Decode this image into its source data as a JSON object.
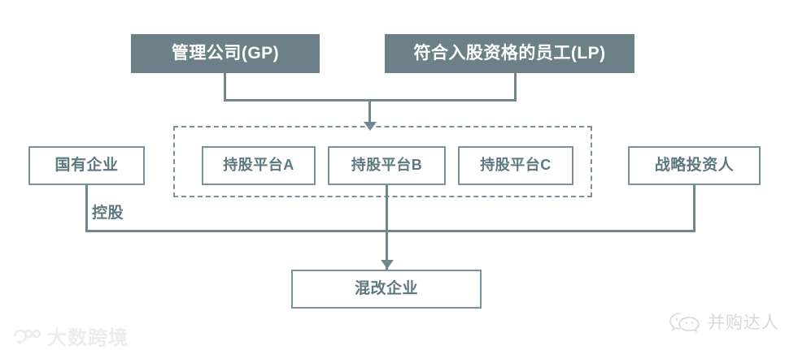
{
  "diagram": {
    "title_nodes": {
      "gp": "管理公司(GP)",
      "lp": "符合入股资格的员工(LP)"
    },
    "platforms": [
      {
        "label": "持股平台A"
      },
      {
        "label": "持股平台B"
      },
      {
        "label": "持股平台C"
      }
    ],
    "side_nodes": {
      "left": "国有企业",
      "right": "战略投资人"
    },
    "bottom_node": "混改企业",
    "edge_labels": {
      "controlling": "控股"
    },
    "colors": {
      "filled_box": "#6b8087",
      "outline_box_border": "#7b929a",
      "text_dark": "#5d7880",
      "text_light": "#ffffff",
      "connector": "#6f868d",
      "watermark_left": "#ececec",
      "watermark_right": "#d8d8d8"
    }
  },
  "watermarks": {
    "left": {
      "text": "大数跨境",
      "icon": "brand-logo-icon"
    },
    "right": {
      "text": "并购达人",
      "icon": "wechat-icon"
    }
  }
}
